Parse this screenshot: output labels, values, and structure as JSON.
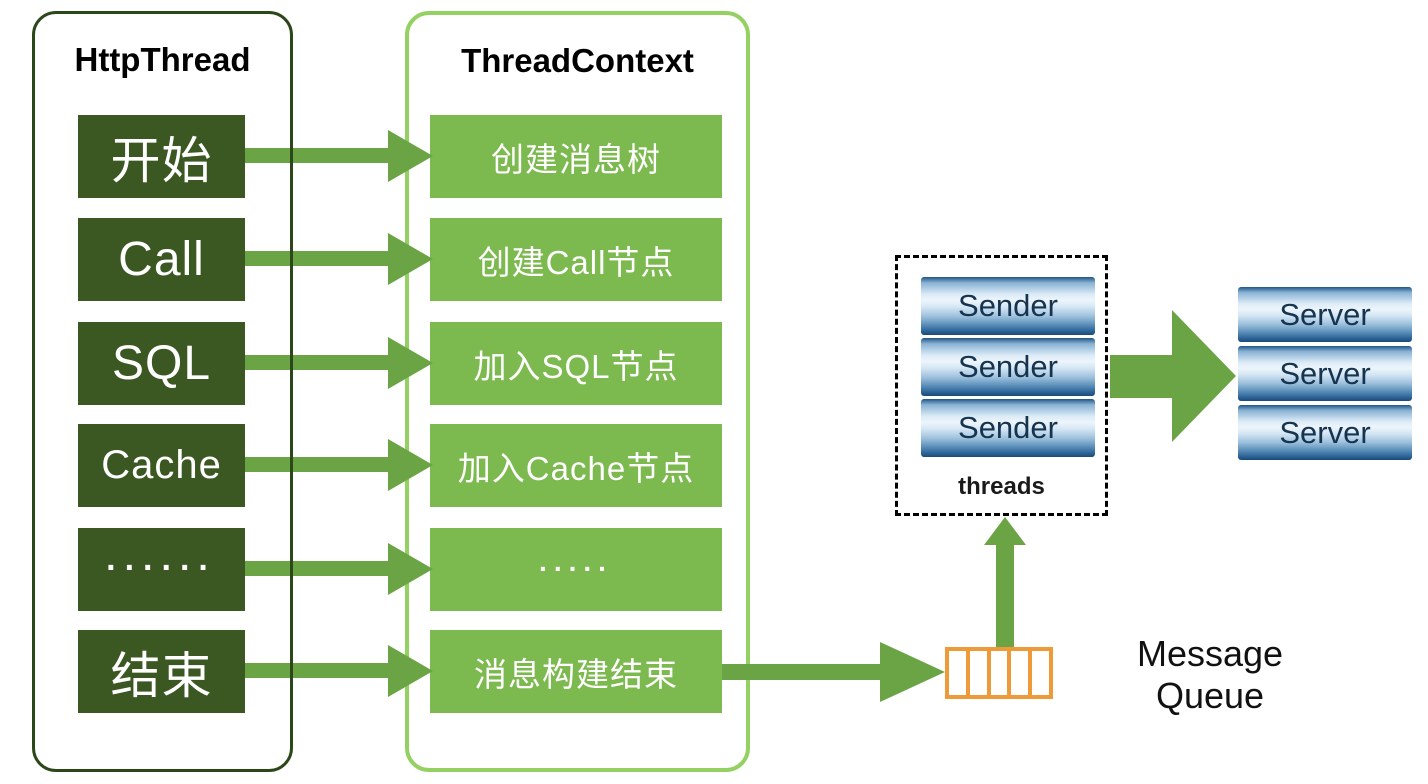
{
  "left_panel": {
    "title": "HttpThread",
    "steps": [
      "开始",
      "Call",
      "SQL",
      "Cache",
      "......",
      "结束"
    ]
  },
  "context_panel": {
    "title": "ThreadContext",
    "steps": [
      "创建消息树",
      "创建Call节点",
      "加入SQL节点",
      "加入Cache节点",
      ".....",
      "消息构建结束"
    ]
  },
  "threads_group": {
    "label": "threads",
    "senders": [
      "Sender",
      "Sender",
      "Sender"
    ]
  },
  "servers": [
    "Server",
    "Server",
    "Server"
  ],
  "queue": {
    "label": "Message\nQueue",
    "cells": 5
  },
  "colors": {
    "step_dark_green": "#3b5722",
    "panel_dark_border": "#2c481a",
    "step_mid_green": "#7cb94f",
    "panel_light_border": "#95d162",
    "arrow_green": "#6ba445",
    "queue_orange": "#ef9a38",
    "gloss_blue_top": "#205586",
    "gloss_blue_light": "#eef5fb",
    "gloss_blue_bottom": "#1b4a74"
  }
}
